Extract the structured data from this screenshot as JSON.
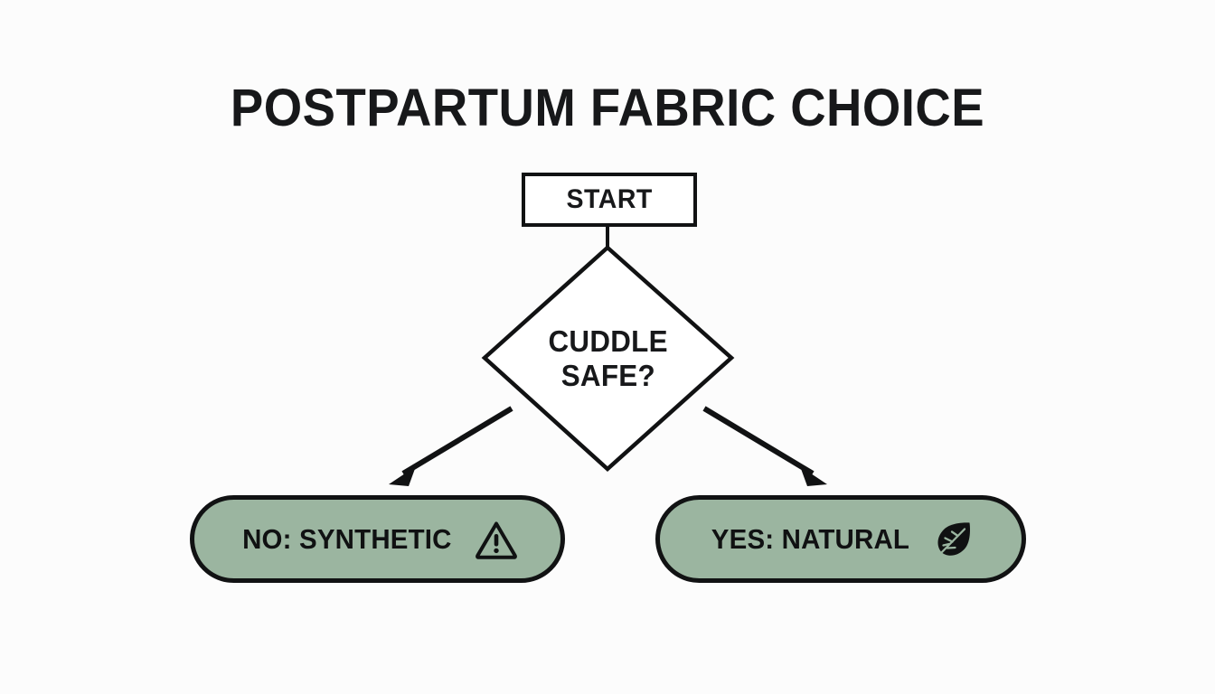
{
  "diagram": {
    "title": "POSTPARTUM FABRIC CHOICE",
    "background_color": "#FCFCFC",
    "stroke_color": "#111213",
    "accent_color": "#9BB5A0",
    "text_color": "#17181A",
    "nodes": {
      "start": {
        "label": "START",
        "shape": "rectangle",
        "fill": "#FFFFFF"
      },
      "decision": {
        "label_line1": "CUDDLE",
        "label_line2": "SAFE?",
        "shape": "diamond",
        "fill": "#FFFFFF"
      },
      "outcome_no": {
        "label": "NO: SYNTHETIC",
        "shape": "pill",
        "fill": "#9BB5A0",
        "icon": "warning-triangle-icon"
      },
      "outcome_yes": {
        "label": "YES: NATURAL",
        "shape": "pill",
        "fill": "#9BB5A0",
        "icon": "leaf-icon"
      }
    },
    "edges": [
      {
        "from": "start",
        "to": "decision",
        "style": "plain"
      },
      {
        "from": "decision",
        "to": "outcome_no",
        "style": "arrow"
      },
      {
        "from": "decision",
        "to": "outcome_yes",
        "style": "arrow"
      }
    ]
  }
}
